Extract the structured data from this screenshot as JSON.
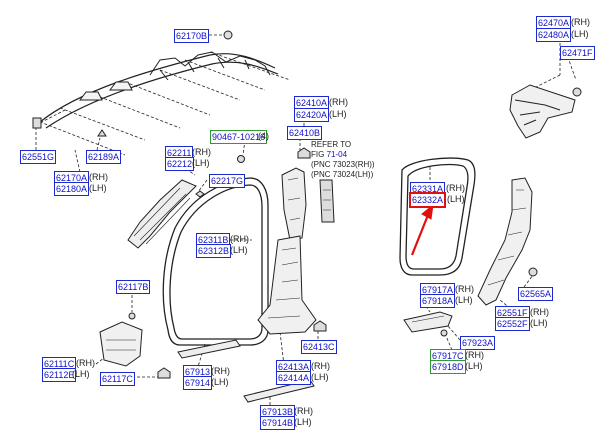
{
  "colors": {
    "label_text": "#1010c8",
    "label_border": "#1a2acf",
    "highlight_border": "#e01010",
    "green_border": "#2f9a2f",
    "arrow": "#e01010",
    "line": "#222222"
  },
  "labels": {
    "l62170B": {
      "part": "62170B"
    },
    "l62470A": {
      "part": "62470A",
      "suffix": "(RH)"
    },
    "l62480A": {
      "part": "62480A",
      "suffix": "(LH)"
    },
    "l62471F": {
      "part": "62471F"
    },
    "l62410A": {
      "part": "62410A",
      "suffix": "(RH)"
    },
    "l62420A": {
      "part": "62420A",
      "suffix": "(LH)"
    },
    "l62410B": {
      "part": "62410B"
    },
    "l90467": {
      "part": "90467-10216",
      "suffix": "(4)"
    },
    "l62211": {
      "part": "62211",
      "suffix": "(RH)"
    },
    "l62212": {
      "part": "62212",
      "suffix": "(LH)"
    },
    "l62217G": {
      "part": "62217G"
    },
    "l62551G": {
      "part": "62551G"
    },
    "l62189A": {
      "part": "62189A"
    },
    "l62170A": {
      "part": "62170A",
      "suffix": "(RH)"
    },
    "l62180A": {
      "part": "62180A",
      "suffix": "(LH)"
    },
    "l62331A": {
      "part": "62331A",
      "suffix": "(RH)"
    },
    "l62332A": {
      "part": "62332A",
      "suffix": "(LH)"
    },
    "l62311B": {
      "part": "62311B",
      "suffix": "(RH)"
    },
    "l62312B": {
      "part": "62312B",
      "suffix": "(LH)"
    },
    "l62117B": {
      "part": "62117B"
    },
    "l67917A": {
      "part": "67917A",
      "suffix": "(RH)"
    },
    "l67918A": {
      "part": "67918A",
      "suffix": "(LH)"
    },
    "l62565A": {
      "part": "62565A"
    },
    "l62551F": {
      "part": "62551F",
      "suffix": "(RH)"
    },
    "l62552F": {
      "part": "62552F",
      "suffix": "(LH)"
    },
    "l67923A": {
      "part": "67923A"
    },
    "l67917C": {
      "part": "67917C",
      "suffix": "(RH)"
    },
    "l67918D": {
      "part": "67918D",
      "suffix": "(LH)"
    },
    "l62413C": {
      "part": "62413C"
    },
    "l62413A": {
      "part": "62413A",
      "suffix": "(RH)"
    },
    "l62414A": {
      "part": "62414A",
      "suffix": "(LH)"
    },
    "l62111C": {
      "part": "62111C",
      "suffix": "(RH)"
    },
    "l62112E": {
      "part": "62112E",
      "suffix": "(LH)"
    },
    "l62117C": {
      "part": "62117C"
    },
    "l67913": {
      "part": "67913",
      "suffix": "(RH)"
    },
    "l67914": {
      "part": "67914",
      "suffix": "(LH)"
    },
    "l67913B": {
      "part": "67913B",
      "suffix": "(RH)"
    },
    "l67914B": {
      "part": "67914B",
      "suffix": "(LH)"
    }
  },
  "reference_note": {
    "line1": "REFER TO",
    "line2_prefix": "FIG ",
    "line2_fig": "71-04",
    "line3": "(PNC 73023(RH))",
    "line4": "(PNC 73024(LH))"
  }
}
